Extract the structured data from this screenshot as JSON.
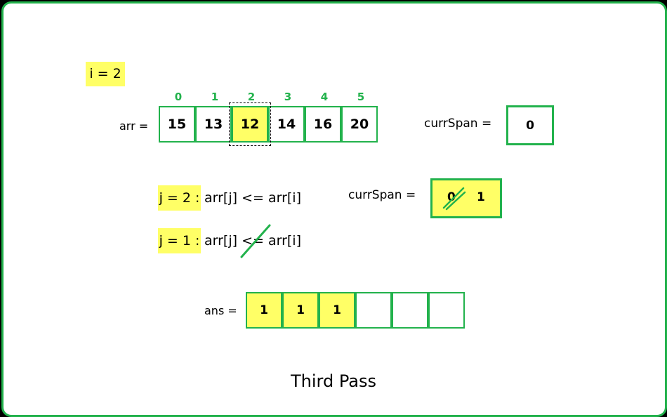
{
  "i_label": "i = 2",
  "arr_label": "arr =",
  "indices": [
    "0",
    "1",
    "2",
    "3",
    "4",
    "5"
  ],
  "arr": [
    "15",
    "13",
    "12",
    "14",
    "16",
    "20"
  ],
  "curr_span_top": {
    "label": "currSpan =",
    "value": "0"
  },
  "curr_span_mid": {
    "label": "currSpan =",
    "old_value": "0",
    "value": "1"
  },
  "j_rows": [
    {
      "label": "j = 2 :",
      "condition": "arr[j] <= arr[i]",
      "struck": false
    },
    {
      "label": "j = 1 :",
      "condition": "arr[j] <= arr[i]",
      "struck": true
    }
  ],
  "ans_label": "ans =",
  "ans": [
    "1",
    "1",
    "1",
    "",
    "",
    ""
  ],
  "caption": "Third Pass",
  "colors": {
    "accent": "#22b24c",
    "highlight": "#ffff66"
  }
}
